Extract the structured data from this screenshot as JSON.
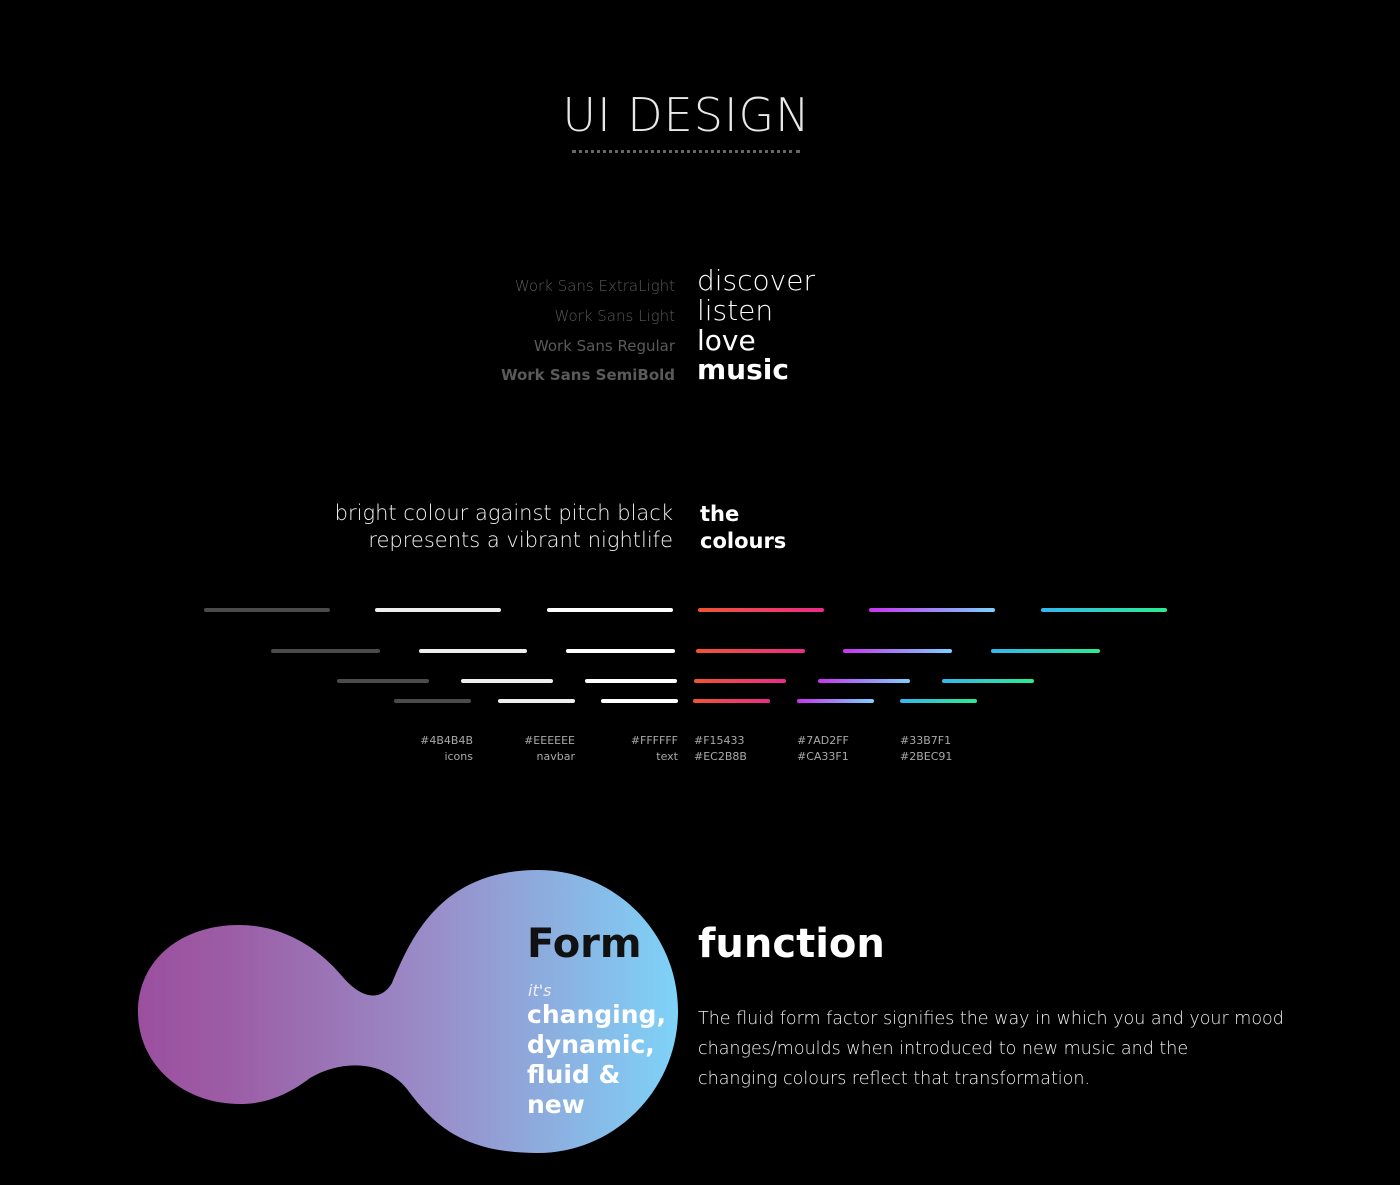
{
  "header": {
    "title": "UI DESIGN"
  },
  "typography": {
    "fonts": [
      {
        "name": "Work Sans ExtraLight",
        "sample": "discover"
      },
      {
        "name": "Work Sans Light",
        "sample": "listen"
      },
      {
        "name": "Work Sans Regular",
        "sample": "love"
      },
      {
        "name": "Work Sans SemiBold",
        "sample": "music"
      }
    ]
  },
  "colours": {
    "description_line1": "bright colour against pitch black",
    "description_line2": "represents a vibrant nightlife",
    "heading_line1": "the",
    "heading_line2": "colours",
    "swatches": [
      {
        "hex": "#4B4B4B",
        "label": "icons",
        "from": "#4B4B4B",
        "to": "#4B4B4B"
      },
      {
        "hex": "#EEEEEE",
        "label": "navbar",
        "from": "#EEEEEE",
        "to": "#EEEEEE"
      },
      {
        "hex": "#FFFFFF",
        "label": "text",
        "from": "#FFFFFF",
        "to": "#FFFFFF"
      },
      {
        "hex": "#F15433",
        "label": "#EC2B8B",
        "from": "#F15433",
        "to": "#EC2B8B"
      },
      {
        "hex": "#7AD2FF",
        "label": "#CA33F1",
        "from": "#CA33F1",
        "to": "#7AD2FF"
      },
      {
        "hex": "#33B7F1",
        "label": "#2BEC91",
        "from": "#33B7F1",
        "to": "#2BEC91"
      }
    ]
  },
  "form": {
    "title": "Form",
    "its": "it's",
    "words": [
      "changing,",
      "dynamic,",
      "fluid &",
      "new"
    ]
  },
  "function": {
    "title": "function",
    "body_line1": "The fluid form factor signifies the way in which you and your mood",
    "body_line2": "changes/moulds when introduced to new music and the",
    "body_line3": "changing colours reflect that transformation."
  }
}
